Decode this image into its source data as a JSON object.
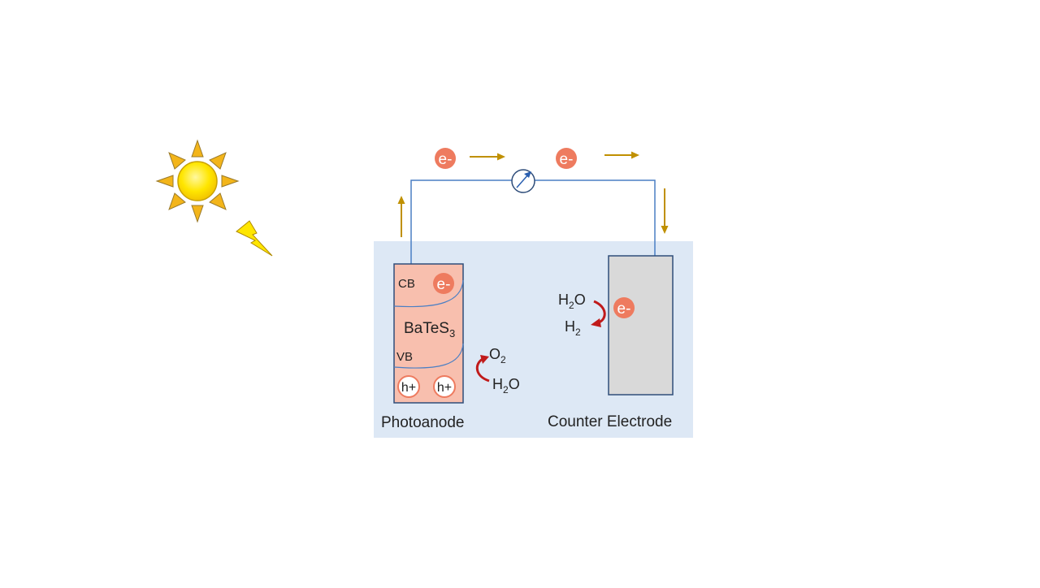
{
  "electrons": {
    "top_left": "e-",
    "top_right": "e-",
    "photoanode_cb": "e-",
    "counter": "e-"
  },
  "photoanode": {
    "cb_label": "CB",
    "vb_label": "VB",
    "material_base": "BaTeS",
    "material_sub": "3",
    "hole_1": "h+",
    "hole_2": "h+",
    "caption": "Photoanode"
  },
  "oxidation": {
    "product_base": "O",
    "product_sub": "2",
    "reactant_h": "H",
    "reactant_sub": "2",
    "reactant_o": "O"
  },
  "reduction": {
    "reactant_h": "H",
    "reactant_sub": "2",
    "reactant_o": "O",
    "product_base": "H",
    "product_sub": "2"
  },
  "counter_electrode": {
    "caption": "Counter Electrode"
  },
  "colors": {
    "electrolyte": "#dde8f5",
    "photoanode_fill": "#f8bfae",
    "counter_fill": "#d9d9d9",
    "electrode_border": "#2f4d7a",
    "wire": "#4a7fc4",
    "flow_arrow": "#c09000",
    "electron": "#ee7b5f",
    "reaction_arrow": "#c01a1a",
    "sun_core": "#ffe600",
    "sun_ray": "#f3b51a",
    "lightning": "#ffe600"
  },
  "icons": {
    "sun": "sun-icon",
    "lightning": "lightning-icon",
    "meter": "galvanometer-icon"
  }
}
